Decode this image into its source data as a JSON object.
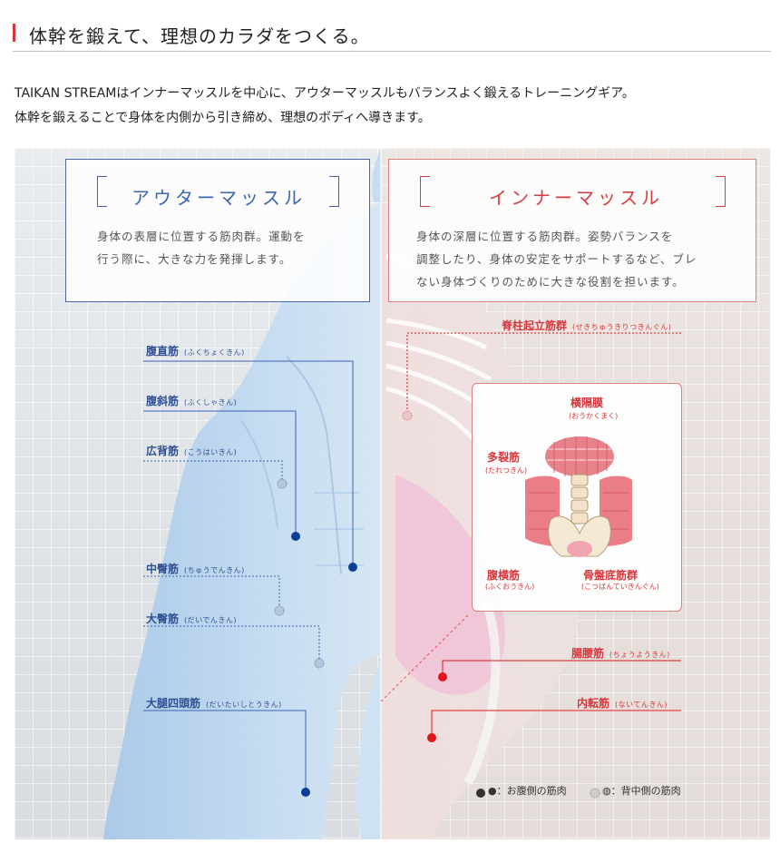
{
  "heading": {
    "title": "体幹を鍛えて、理想のカラダをつくる。"
  },
  "intro": {
    "line1": "TAIKAN STREAMはインナーマッスルを中心に、アウターマッスルもバランスよく鍛えるトレーニングギア。",
    "line2": "体幹を鍛えることで身体を内側から引き締め、理想のボディへ導きます。"
  },
  "outer_panel": {
    "title": "アウターマッスル",
    "desc_line1": "身体の表層に位置する筋肉群。運動を",
    "desc_line2": "行う際に、大きな力を発揮します。"
  },
  "inner_panel": {
    "title": "インナーマッスル",
    "desc_line1": "身体の深層に位置する筋肉群。姿勢バランスを",
    "desc_line2": "調整したり、身体の安定をサポートするなど、ブレ",
    "desc_line3": "ない身体づくりのために大きな役割を担います。"
  },
  "outer_muscles": [
    {
      "name": "腹直筋",
      "reading": "(ふくちょくきん)"
    },
    {
      "name": "腹斜筋",
      "reading": "(ふくしゃきん)"
    },
    {
      "name": "広背筋",
      "reading": "(こうはいきん)"
    },
    {
      "name": "中臀筋",
      "reading": "(ちゅうでんきん)"
    },
    {
      "name": "大臀筋",
      "reading": "(だいでんきん)"
    },
    {
      "name": "大腿四頭筋",
      "reading": "(だいたいしとうきん)"
    }
  ],
  "inner_muscles": [
    {
      "name": "脊柱起立筋群",
      "reading": "(せきちゅうきりつきんぐん)"
    },
    {
      "name": "腸腰筋",
      "reading": "(ちょうようきん)"
    },
    {
      "name": "内転筋",
      "reading": "(ないてんきん)"
    }
  ],
  "inset_muscles": [
    {
      "name": "横隔膜",
      "reading": "(おうかくまく)"
    },
    {
      "name": "多裂筋",
      "reading": "(たれつきん)"
    },
    {
      "name": "腹横筋",
      "reading": "(ふくおうきん)"
    },
    {
      "name": "骨盤底筋群",
      "reading": "(こつばんていきんぐん)"
    }
  ],
  "legend": {
    "front": "●：お腹側の筋肉",
    "back": "◍：背中側の筋肉"
  },
  "colors": {
    "accent_red": "#d8363a",
    "outer_blue": "#3d63b2",
    "label_blue": "#2f4f93",
    "inner_red": "#d83c42",
    "dot_blue": "#0d3e97",
    "dot_red": "#e3141b"
  }
}
